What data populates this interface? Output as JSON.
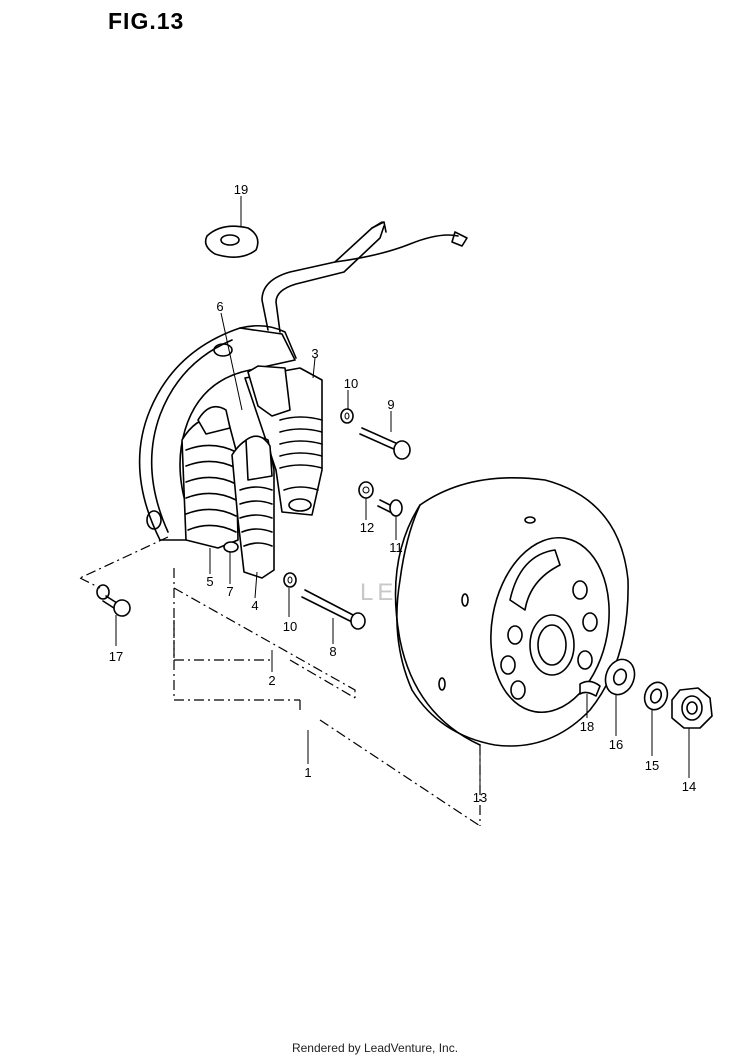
{
  "figure": {
    "title": "FIG.13"
  },
  "watermark": {
    "text": "LEADVENTURE"
  },
  "footer": {
    "credit": "Rendered by LeadVenture, Inc."
  },
  "callouts": [
    {
      "id": "c19",
      "label": "19"
    },
    {
      "id": "c6",
      "label": "6"
    },
    {
      "id": "c3",
      "label": "3"
    },
    {
      "id": "c10a",
      "label": "10"
    },
    {
      "id": "c9",
      "label": "9"
    },
    {
      "id": "c12",
      "label": "12"
    },
    {
      "id": "c11",
      "label": "11"
    },
    {
      "id": "c5",
      "label": "5"
    },
    {
      "id": "c7",
      "label": "7"
    },
    {
      "id": "c4",
      "label": "4"
    },
    {
      "id": "c10b",
      "label": "10"
    },
    {
      "id": "c8",
      "label": "8"
    },
    {
      "id": "c17",
      "label": "17"
    },
    {
      "id": "c2",
      "label": "2"
    },
    {
      "id": "c1",
      "label": "1"
    },
    {
      "id": "c13",
      "label": "13"
    },
    {
      "id": "c18",
      "label": "18"
    },
    {
      "id": "c16",
      "label": "16"
    },
    {
      "id": "c15",
      "label": "15"
    },
    {
      "id": "c14",
      "label": "14"
    }
  ]
}
